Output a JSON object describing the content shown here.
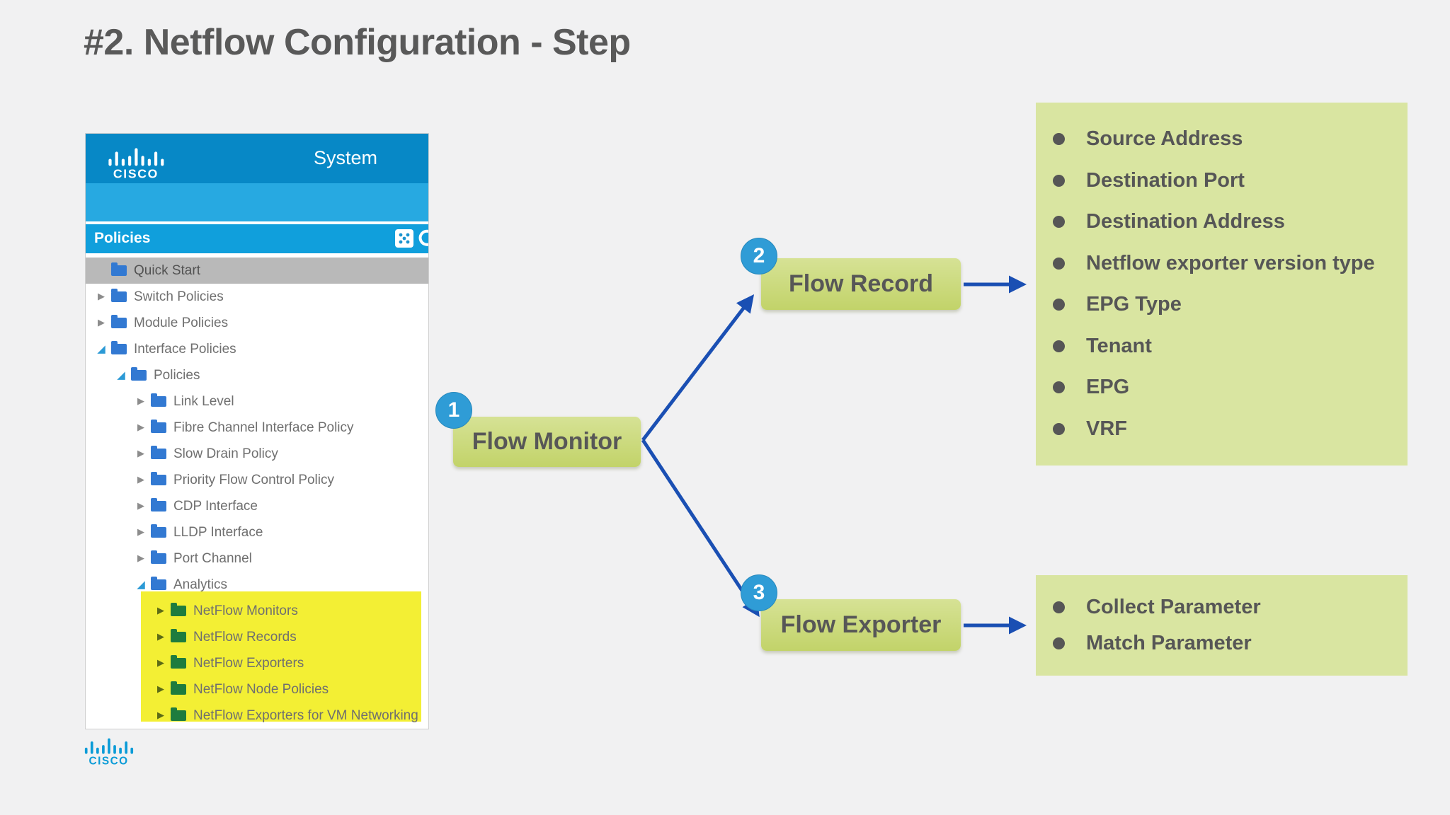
{
  "title": "#2. Netflow Configuration - Step",
  "apic": {
    "brand": "CISCO",
    "menu": "System",
    "panel_title": "Policies",
    "tree": [
      {
        "label": "Quick Start",
        "level": 0,
        "state": "none",
        "selected": true,
        "highlighted": false
      },
      {
        "label": "Switch Policies",
        "level": 0,
        "state": "collapsed",
        "selected": false,
        "highlighted": false
      },
      {
        "label": "Module Policies",
        "level": 0,
        "state": "collapsed",
        "selected": false,
        "highlighted": false
      },
      {
        "label": "Interface Policies",
        "level": 0,
        "state": "expanded",
        "selected": false,
        "highlighted": false
      },
      {
        "label": "Policies",
        "level": 1,
        "state": "expanded",
        "selected": false,
        "highlighted": false
      },
      {
        "label": "Link Level",
        "level": 2,
        "state": "collapsed",
        "selected": false,
        "highlighted": false
      },
      {
        "label": "Fibre Channel Interface Policy",
        "level": 2,
        "state": "collapsed",
        "selected": false,
        "highlighted": false
      },
      {
        "label": "Slow Drain Policy",
        "level": 2,
        "state": "collapsed",
        "selected": false,
        "highlighted": false
      },
      {
        "label": "Priority Flow Control Policy",
        "level": 2,
        "state": "collapsed",
        "selected": false,
        "highlighted": false
      },
      {
        "label": "CDP Interface",
        "level": 2,
        "state": "collapsed",
        "selected": false,
        "highlighted": false
      },
      {
        "label": "LLDP Interface",
        "level": 2,
        "state": "collapsed",
        "selected": false,
        "highlighted": false
      },
      {
        "label": "Port Channel",
        "level": 2,
        "state": "collapsed",
        "selected": false,
        "highlighted": false
      },
      {
        "label": "Analytics",
        "level": 2,
        "state": "expanded",
        "selected": false,
        "highlighted": false
      },
      {
        "label": "NetFlow Monitors",
        "level": 3,
        "state": "collapsed",
        "selected": false,
        "highlighted": true
      },
      {
        "label": "NetFlow Records",
        "level": 3,
        "state": "collapsed",
        "selected": false,
        "highlighted": true
      },
      {
        "label": "NetFlow Exporters",
        "level": 3,
        "state": "collapsed",
        "selected": false,
        "highlighted": true
      },
      {
        "label": "NetFlow Node Policies",
        "level": 3,
        "state": "collapsed",
        "selected": false,
        "highlighted": true
      },
      {
        "label": "NetFlow Exporters for VM Networking",
        "level": 3,
        "state": "collapsed",
        "selected": false,
        "highlighted": true
      }
    ]
  },
  "diagram": {
    "steps": [
      {
        "number": "1",
        "label": "Flow Monitor"
      },
      {
        "number": "2",
        "label": "Flow Record"
      },
      {
        "number": "3",
        "label": "Flow Exporter"
      }
    ],
    "flow_record_fields": [
      "Source Address",
      "Destination Port",
      "Destination Address",
      "Netflow exporter version type",
      "EPG Type",
      "Tenant",
      "EPG",
      "VRF"
    ],
    "flow_exporter_fields": [
      "Collect Parameter",
      "Match Parameter"
    ]
  },
  "footer_brand": "CISCO",
  "colors": {
    "title_gray": "#595959",
    "header_blue": "#0788c6",
    "subbar_blue": "#27a9e1",
    "bar_blue": "#109fdc",
    "folder_blue": "#3279d2",
    "folder_green": "#1e7c3e",
    "highlight_yellow": "#f3ef34",
    "badge_blue": "#2f9cd6",
    "arrow_blue": "#1a4fb3",
    "box_green": "#c9da7b",
    "panel_green": "#d9e5a1",
    "cisco_blue": "#0a9bd7"
  }
}
